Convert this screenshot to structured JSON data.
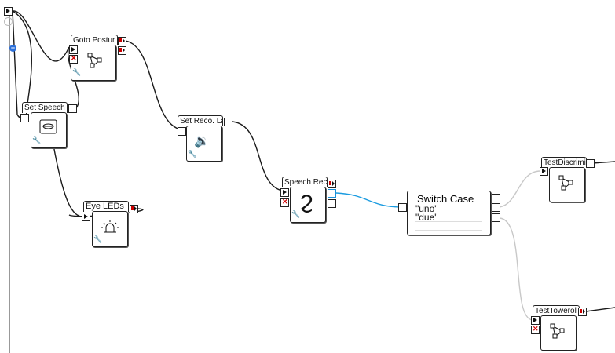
{
  "nodes": {
    "goto_posture": {
      "label": "Goto Postur"
    },
    "set_speech": {
      "label": "Set Speech"
    },
    "set_reco_lang": {
      "label": "Set Reco. La"
    },
    "speech_reco": {
      "label": "Speech Reco"
    },
    "eye_leds": {
      "label": "Eye LEDs"
    },
    "switch_case": {
      "label": "Switch Case",
      "cases": [
        "\"uno\"",
        "\"due\""
      ]
    },
    "test_discrim": {
      "label": "TestDiscrimi"
    },
    "test_tower": {
      "label": "TestTowerol"
    }
  },
  "colors": {
    "wire": "#1a1a1a",
    "selected_wire": "#1a9be0",
    "inactive_wire": "#c8c8c8"
  }
}
